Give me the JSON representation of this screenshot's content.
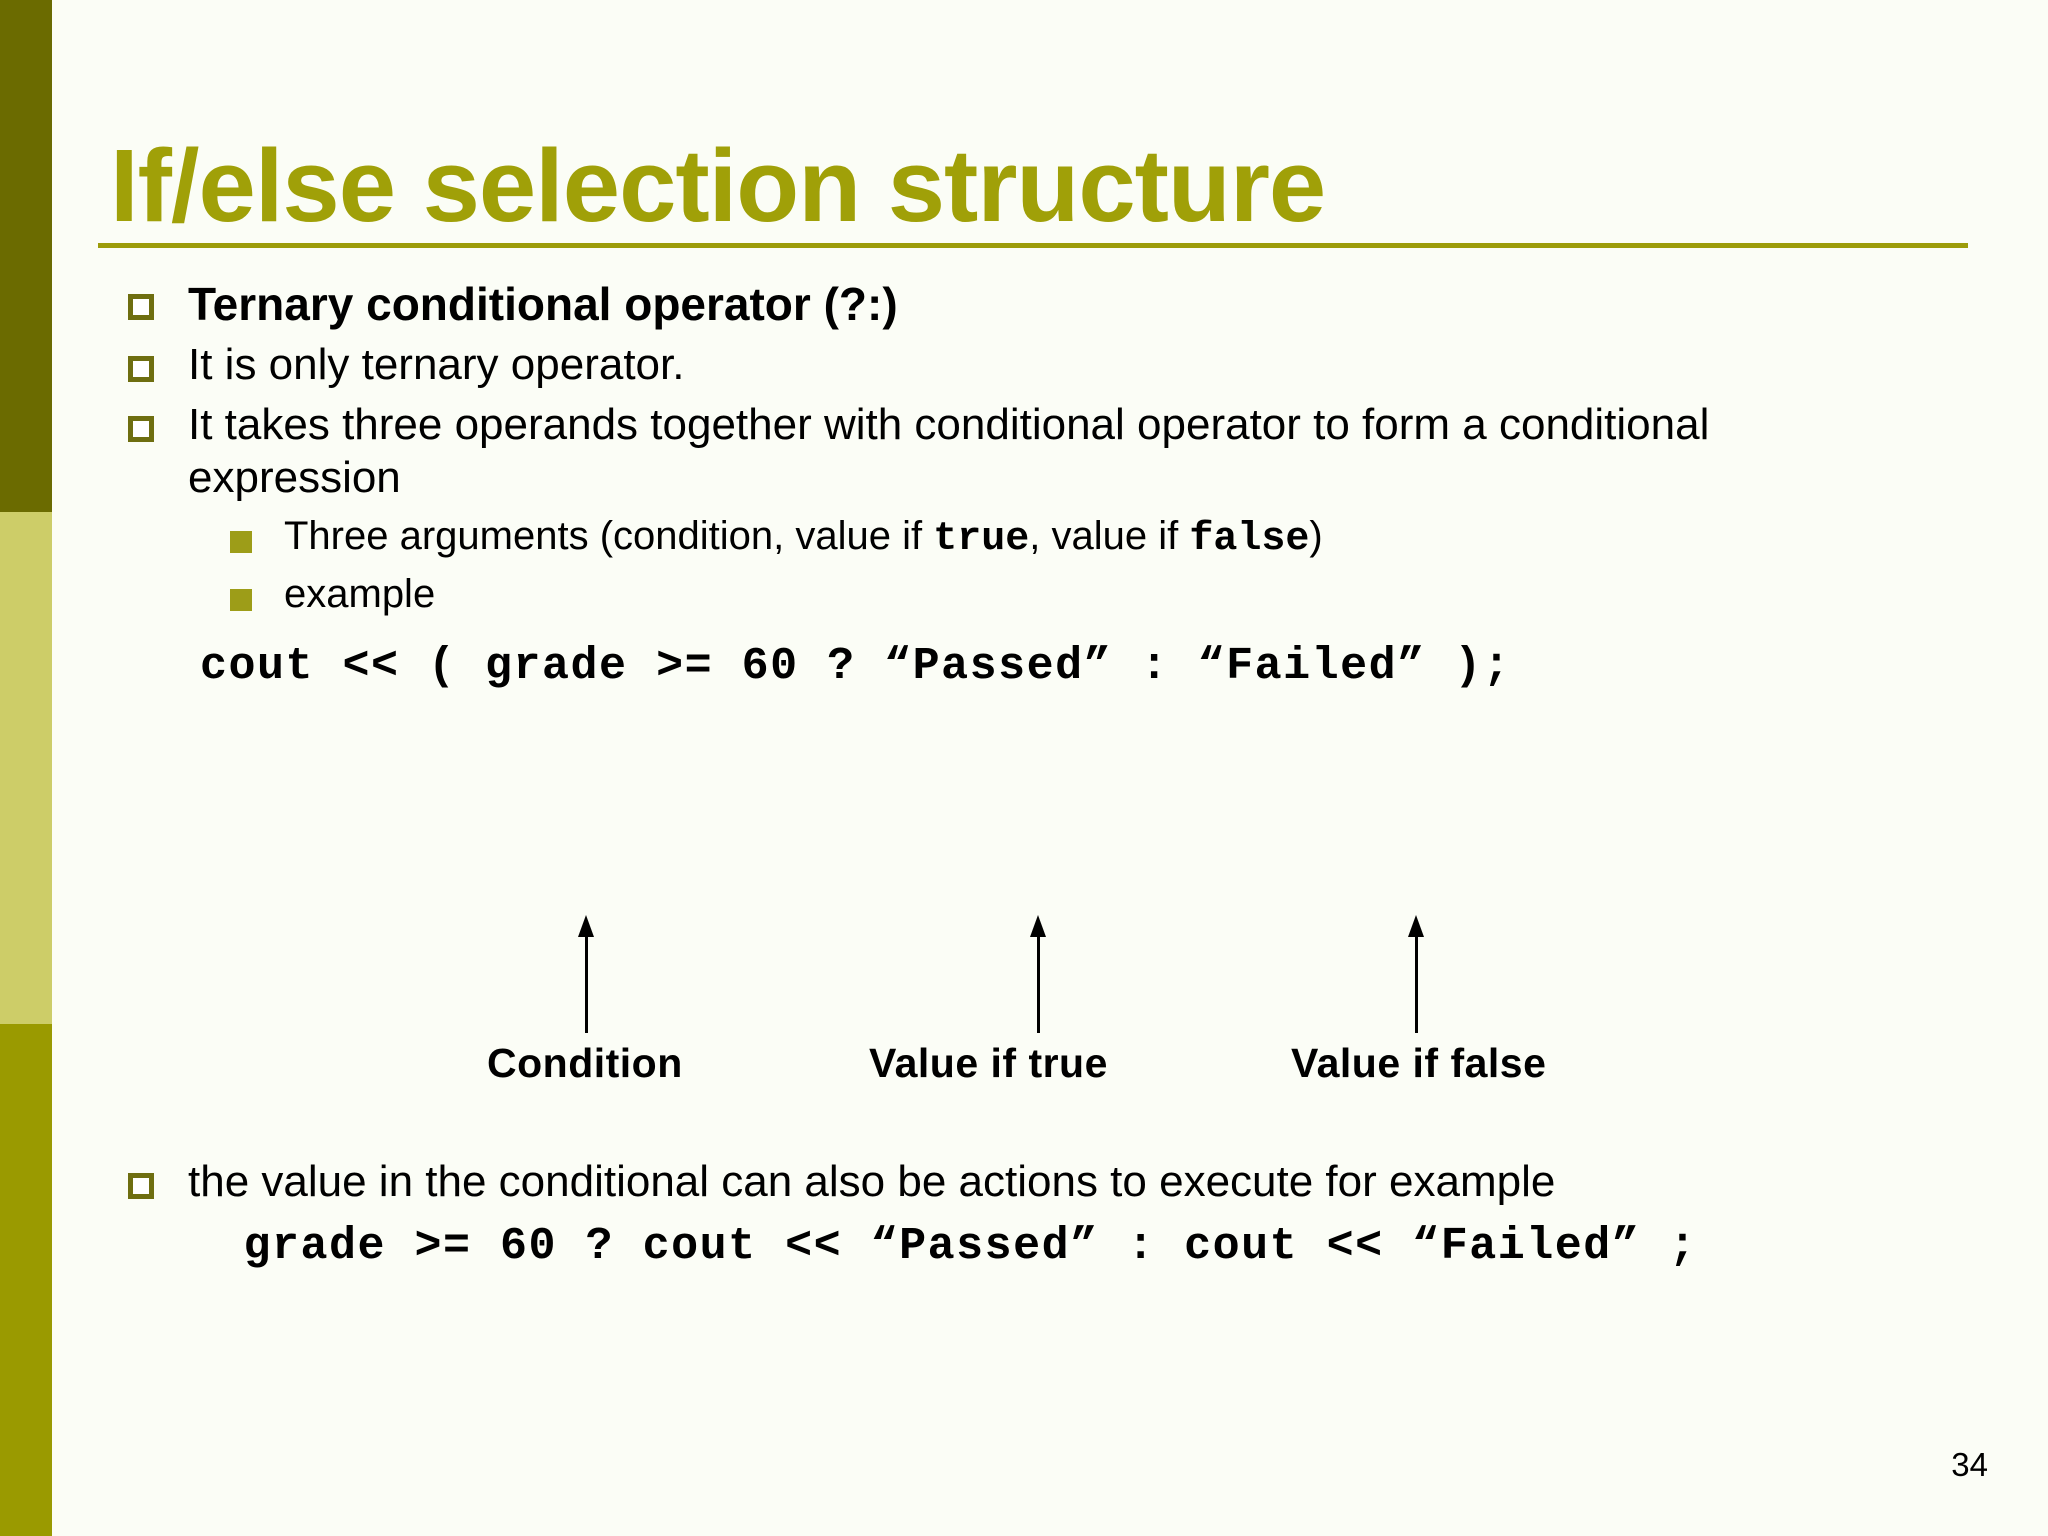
{
  "slide": {
    "title": "If/else selection structure",
    "page_number": "34",
    "accent_color": "#a0a008",
    "rule_color": "#9c9c0a",
    "sidebar": {
      "band_top_color": "#6b6b00",
      "band_mid_color": "#cdcd68",
      "band_bottom_color": "#9a9a00"
    },
    "bullets": {
      "b1": "Ternary conditional operator (?:)",
      "b2": "It is only ternary operator.",
      "b3": "It takes three operands together with conditional operator to form a conditional expression",
      "b4_pre": "Three arguments (condition, value if ",
      "b4_code_true": "true",
      "b4_mid": ", value if ",
      "b4_code_false": "false",
      "b4_post": ")",
      "b5": "example",
      "b6": "the value in the conditional can also be actions to execute for example"
    },
    "code": {
      "main": "cout << ( grade >= 60 ? “Passed” : “Failed” );",
      "second": " grade >= 60 ? cout << “Passed” : cout << “Failed” ;"
    },
    "diagram": {
      "labels": [
        "Condition",
        "Value if true",
        "Value if false"
      ]
    }
  }
}
